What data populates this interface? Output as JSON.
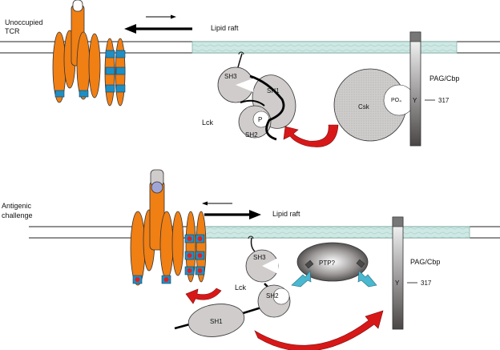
{
  "panel_top": {
    "state_label_line1": "Unoccupied",
    "state_label_line2": "TCR",
    "raft_label": "Lipid raft",
    "lck_label": "Lck",
    "sh3_label": "SH3",
    "sh1_label": "SH1",
    "sh2_label": "SH2",
    "p_label": "P",
    "csk_label": "Csk",
    "po4_label": "PO₄",
    "y_label": "Y",
    "residue_label": "317",
    "pag_label": "PAG/Cbp"
  },
  "panel_bottom": {
    "state_label_line1": "Antigenic",
    "state_label_line2": "challenge",
    "raft_label": "Lipid raft",
    "lck_label": "Lck",
    "sh3_label": "SH3",
    "sh1_label": "SH1",
    "sh2_label": "SH2",
    "ptp_label": "PTP?",
    "y_label": "Y",
    "residue_label": "317",
    "pag_label": "PAG/Cbp"
  },
  "colors": {
    "tcr_orange": "#f07f14",
    "itam_blue": "#1e8fc4",
    "raft_teal": "#cfe8e4",
    "red_arrow": "#d81818",
    "cyan_arrow": "#49b8d0",
    "lck_gray": "#d0cccc",
    "csk_gray": "#cdcaca",
    "pag_gray": "#a9a4a4"
  }
}
